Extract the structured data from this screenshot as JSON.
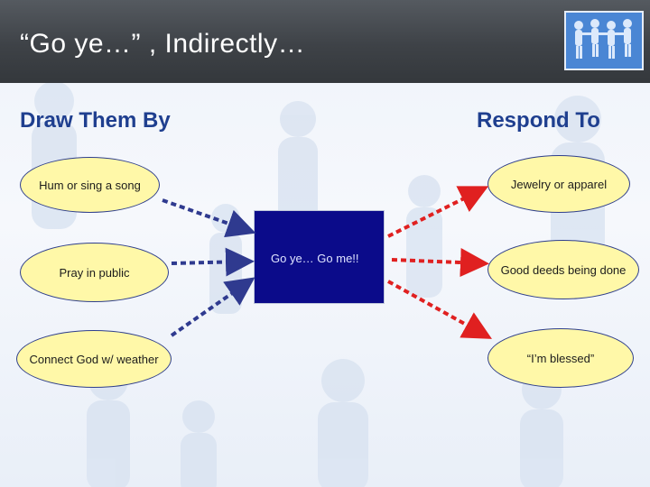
{
  "title": "“Go ye…” , Indirectly…",
  "headings": {
    "left": "Draw Them By",
    "right": "Respond To"
  },
  "left_nodes": [
    {
      "label": "Hum or sing a song"
    },
    {
      "label": "Pray in public"
    },
    {
      "label": "Connect God w/ weather"
    }
  ],
  "center": {
    "label": "Go ye… Go me!!"
  },
  "right_nodes": [
    {
      "label": "Jewelry or apparel"
    },
    {
      "label": "Good deeds being done"
    },
    {
      "label": "“I’m blessed”"
    }
  ],
  "colors": {
    "title_bar": "#3e4247",
    "heading": "#1f3f8f",
    "node_fill": "#fff8a8",
    "node_border": "#2f3f8c",
    "center_fill": "#0b0b8a",
    "left_arrows": "#2f3a8f",
    "right_arrows": "#e02020"
  },
  "icons": {
    "logo": "people-holding-hands-icon"
  }
}
